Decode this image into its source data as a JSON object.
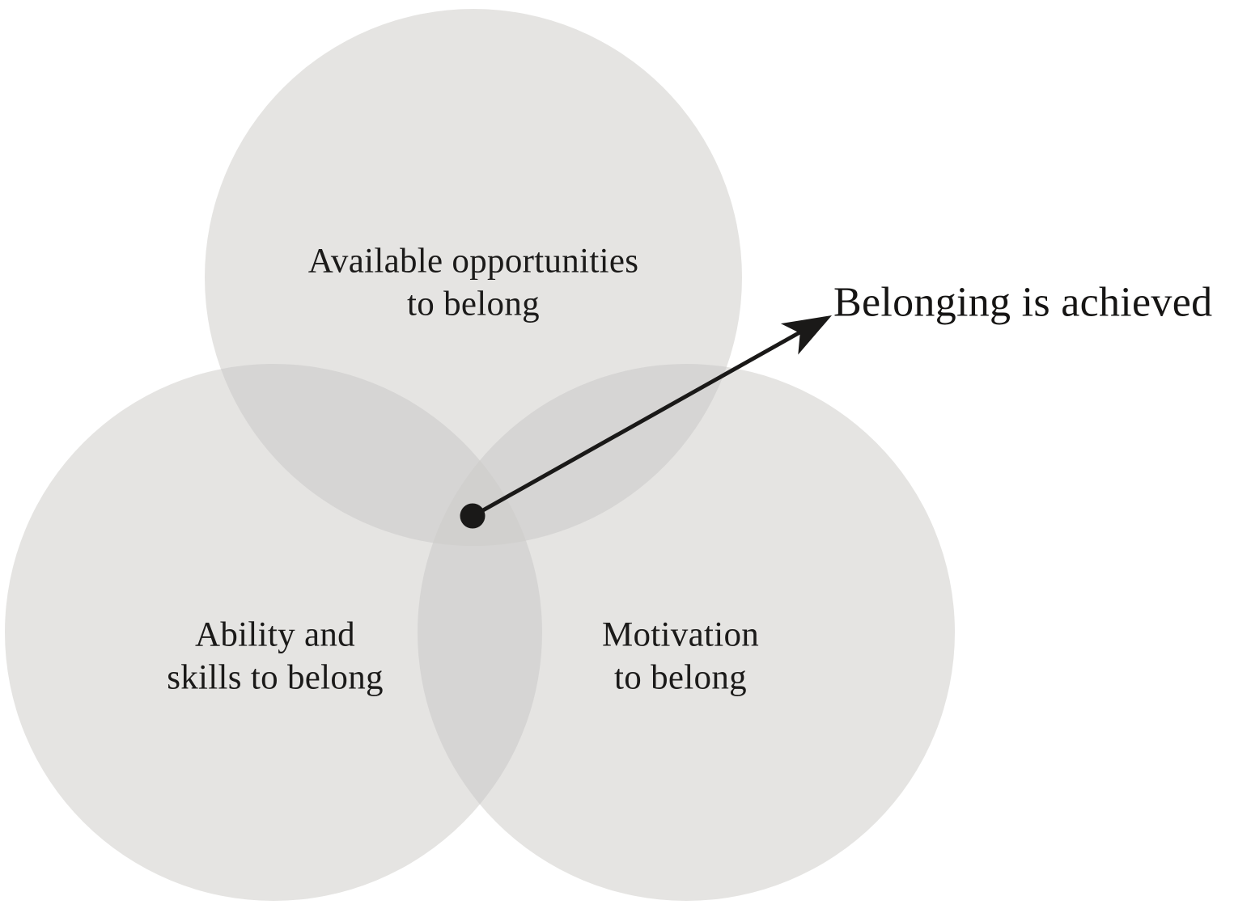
{
  "diagram": {
    "type": "venn",
    "title": null,
    "circles": [
      {
        "id": "opportunities",
        "label": "Available opportunities\nto belong"
      },
      {
        "id": "ability",
        "label": "Ability and\nskills to belong"
      },
      {
        "id": "motivation",
        "label": "Motivation\nto belong"
      }
    ],
    "intersection": {
      "callout_label": "Belonging is achieved",
      "marker": "dot"
    },
    "colors": {
      "background": "#ffffff",
      "circle_fill": "#e5e4e2",
      "overlap_fill": "#d6d5d4",
      "core_fill": "#d1d0ce",
      "ink": "#1a1918"
    }
  }
}
